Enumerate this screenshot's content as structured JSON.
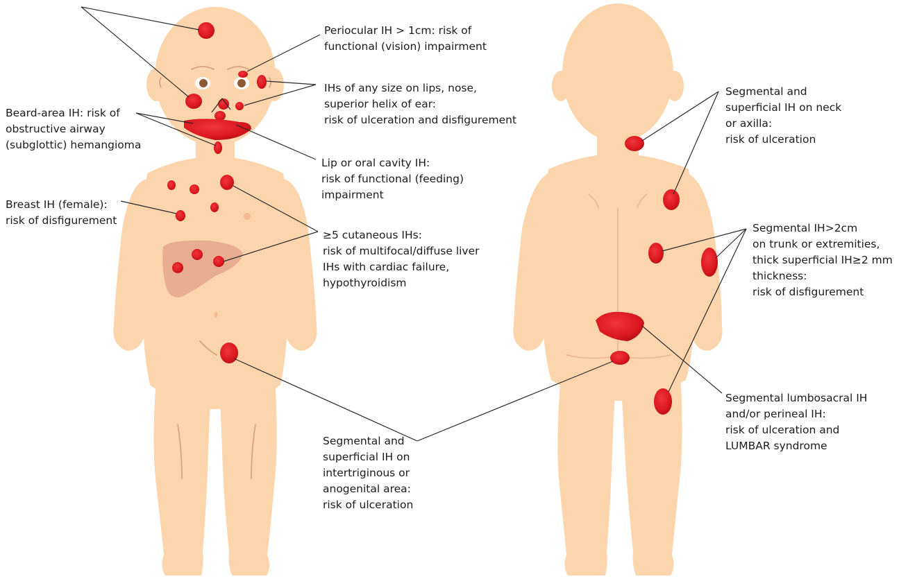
{
  "labels": [
    {
      "id": "periocular",
      "lines": [
        "Periocular IH > 1cm: risk of",
        "functional (vision) impairment"
      ]
    },
    {
      "id": "lips-nose-ear",
      "lines": [
        "IHs of any size on lips, nose,",
        "superior helix of ear:",
        "risk of ulceration and disfigurement"
      ]
    },
    {
      "id": "beard-area",
      "lines": [
        "Beard-area IH: risk of",
        "obstructive airway",
        "(subglottic) hemangioma"
      ]
    },
    {
      "id": "lip-oral",
      "lines": [
        "Lip or oral cavity IH:",
        "risk of functional (feeding)",
        "impairment"
      ]
    },
    {
      "id": "breast",
      "lines": [
        "Breast IH (female):",
        "risk of disfigurement"
      ]
    },
    {
      "id": "multiple-cutaneous",
      "lines": [
        "≥5 cutaneous IHs:",
        "risk of multifocal/diffuse liver",
        "IHs with cardiac failure,",
        "hypothyroidism"
      ]
    },
    {
      "id": "anogenital",
      "lines": [
        "Segmental and",
        "superficial IH on",
        "intertriginous or",
        "anogenital area:",
        "risk of ulceration"
      ]
    },
    {
      "id": "neck-axilla",
      "lines": [
        "Segmental and",
        "superficial IH on neck",
        "or axilla:",
        "risk of ulceration"
      ]
    },
    {
      "id": "segmental-trunk",
      "lines": [
        "Segmental IH>2cm",
        "on trunk or extremities,",
        "thick superficial IH≥2 mm",
        "thickness:",
        "risk of disfigurement"
      ]
    },
    {
      "id": "lumbosacral",
      "lines": [
        "Segmental lumbosacral IH",
        "and/or perineal IH:",
        "risk of ulceration and",
        "LUMBAR syndrome"
      ]
    }
  ],
  "colors": {
    "skin": "#fcd5ac",
    "skin_shade": "#f3b98f",
    "lesion": "#d9161d",
    "lesion_dark": "#a80d12",
    "liver": "#df9a84",
    "leader_line": "#2a2a2a"
  }
}
